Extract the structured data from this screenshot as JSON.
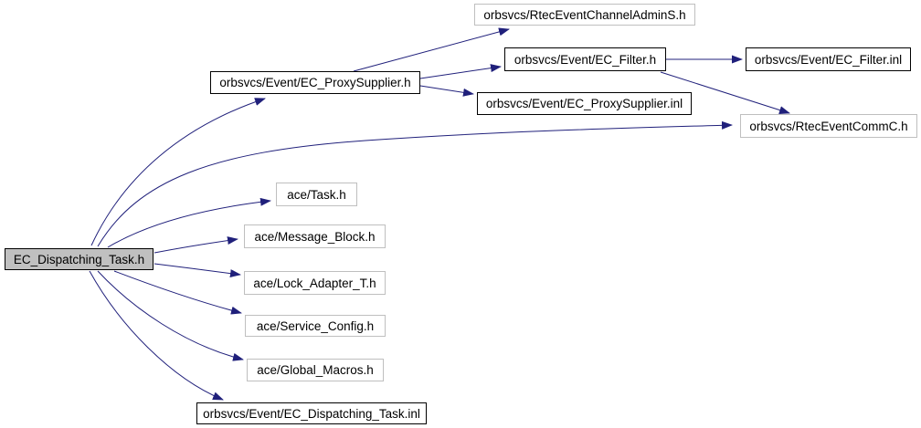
{
  "diagram": {
    "kind": "include-dependency-graph",
    "root_file": "EC_Dispatching_Task.h",
    "colors": {
      "edge": "#20207b",
      "documented_node_border": "#000000",
      "undocumented_node_border": "#bfbfbf",
      "main_node_fill": "#c0c0c0",
      "node_fill": "#ffffff",
      "background": "#ffffff"
    },
    "nodes": [
      {
        "id": "main",
        "label": "EC_Dispatching_Task.h",
        "style": "main"
      },
      {
        "id": "proxy_supplier_h",
        "label": "orbsvcs/Event/EC_ProxySupplier.h",
        "style": "documented"
      },
      {
        "id": "rtec_admin_s_h",
        "label": "orbsvcs/RtecEventChannelAdminS.h",
        "style": "undocumented"
      },
      {
        "id": "ec_filter_h",
        "label": "orbsvcs/Event/EC_Filter.h",
        "style": "documented"
      },
      {
        "id": "ec_filter_inl",
        "label": "orbsvcs/Event/EC_Filter.inl",
        "style": "documented"
      },
      {
        "id": "proxy_supplier_inl",
        "label": "orbsvcs/Event/EC_ProxySupplier.inl",
        "style": "documented"
      },
      {
        "id": "rtec_comm_c_h",
        "label": "orbsvcs/RtecEventCommC.h",
        "style": "undocumented"
      },
      {
        "id": "ace_task_h",
        "label": "ace/Task.h",
        "style": "undocumented"
      },
      {
        "id": "ace_message_block",
        "label": "ace/Message_Block.h",
        "style": "undocumented"
      },
      {
        "id": "ace_lock_adapter",
        "label": "ace/Lock_Adapter_T.h",
        "style": "undocumented"
      },
      {
        "id": "ace_service_config",
        "label": "ace/Service_Config.h",
        "style": "undocumented"
      },
      {
        "id": "ace_global_macros",
        "label": "ace/Global_Macros.h",
        "style": "undocumented"
      },
      {
        "id": "dispatching_inl",
        "label": "orbsvcs/Event/EC_Dispatching_Task.inl",
        "style": "documented"
      }
    ],
    "edges": [
      {
        "from": "EC_Dispatching_Task.h",
        "to": "orbsvcs/Event/EC_ProxySupplier.h"
      },
      {
        "from": "EC_Dispatching_Task.h",
        "to": "orbsvcs/RtecEventCommC.h"
      },
      {
        "from": "EC_Dispatching_Task.h",
        "to": "ace/Task.h"
      },
      {
        "from": "EC_Dispatching_Task.h",
        "to": "ace/Message_Block.h"
      },
      {
        "from": "EC_Dispatching_Task.h",
        "to": "ace/Lock_Adapter_T.h"
      },
      {
        "from": "EC_Dispatching_Task.h",
        "to": "ace/Service_Config.h"
      },
      {
        "from": "EC_Dispatching_Task.h",
        "to": "ace/Global_Macros.h"
      },
      {
        "from": "EC_Dispatching_Task.h",
        "to": "orbsvcs/Event/EC_Dispatching_Task.inl"
      },
      {
        "from": "orbsvcs/Event/EC_ProxySupplier.h",
        "to": "orbsvcs/RtecEventChannelAdminS.h"
      },
      {
        "from": "orbsvcs/Event/EC_ProxySupplier.h",
        "to": "orbsvcs/Event/EC_Filter.h"
      },
      {
        "from": "orbsvcs/Event/EC_ProxySupplier.h",
        "to": "orbsvcs/Event/EC_ProxySupplier.inl"
      },
      {
        "from": "orbsvcs/Event/EC_Filter.h",
        "to": "orbsvcs/Event/EC_Filter.inl"
      },
      {
        "from": "orbsvcs/Event/EC_Filter.h",
        "to": "orbsvcs/RtecEventCommC.h"
      }
    ]
  }
}
